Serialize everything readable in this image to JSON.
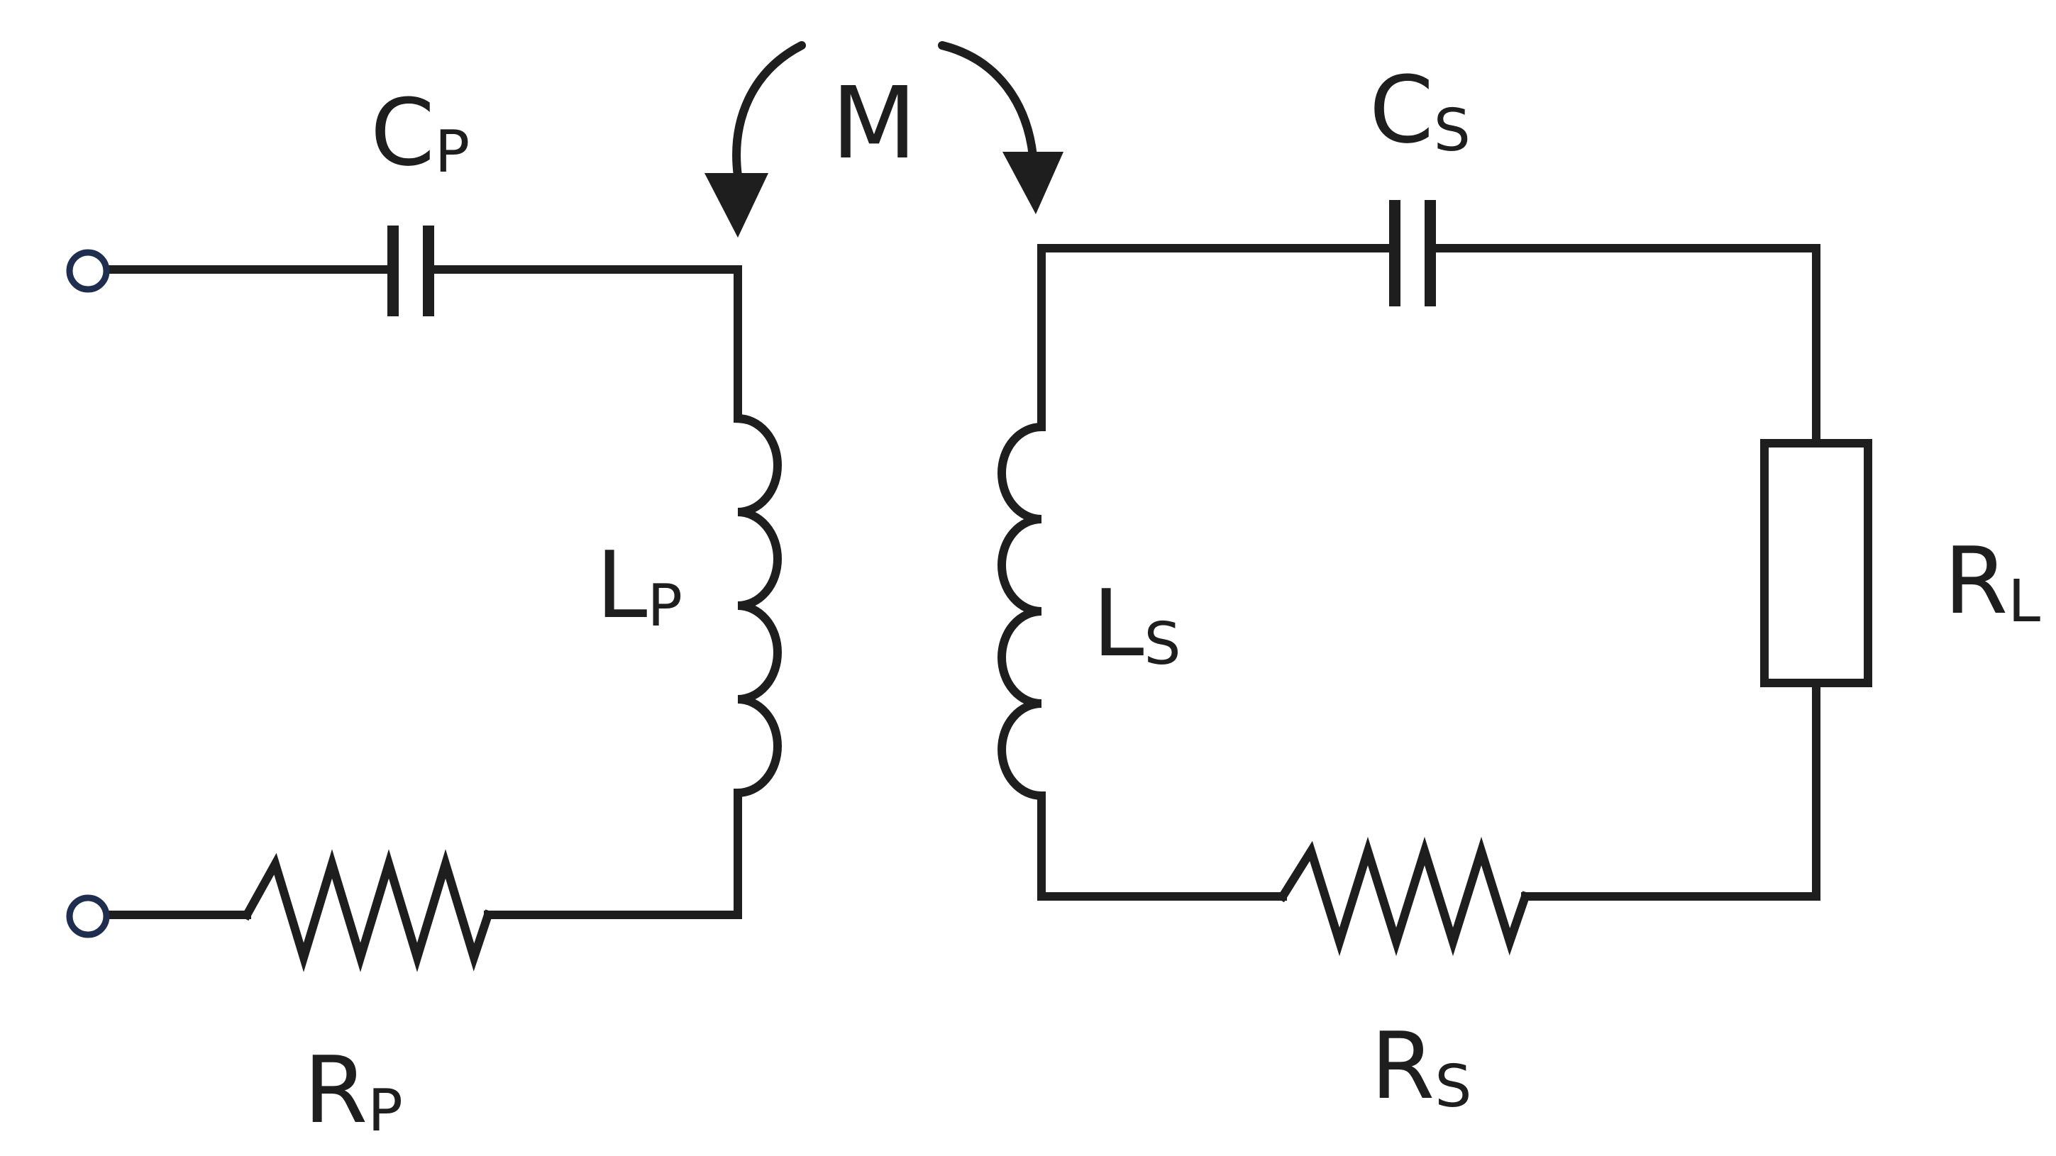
{
  "diagram": {
    "type": "circuit-schematic",
    "labels": {
      "mutual": "M",
      "cp": {
        "main": "C",
        "sub": "P"
      },
      "lp": {
        "main": "L",
        "sub": "P"
      },
      "rp": {
        "main": "R",
        "sub": "P"
      },
      "cs": {
        "main": "C",
        "sub": "S"
      },
      "ls": {
        "main": "L",
        "sub": "S"
      },
      "rs": {
        "main": "R",
        "sub": "S"
      },
      "rl": {
        "main": "R",
        "sub": "L"
      }
    },
    "components": [
      {
        "id": "terminal-top",
        "kind": "terminal"
      },
      {
        "id": "terminal-bottom",
        "kind": "terminal"
      },
      {
        "id": "cp",
        "kind": "capacitor",
        "circuit": "primary"
      },
      {
        "id": "lp",
        "kind": "inductor",
        "circuit": "primary"
      },
      {
        "id": "rp",
        "kind": "resistor",
        "circuit": "primary"
      },
      {
        "id": "cs",
        "kind": "capacitor",
        "circuit": "secondary"
      },
      {
        "id": "ls",
        "kind": "inductor",
        "circuit": "secondary"
      },
      {
        "id": "rs",
        "kind": "resistor",
        "circuit": "secondary"
      },
      {
        "id": "rl",
        "kind": "load-resistor",
        "circuit": "secondary"
      }
    ],
    "colors": {
      "wire": "#1e1e1e",
      "terminal": "#1f2d4f",
      "background": "#ffffff"
    }
  }
}
